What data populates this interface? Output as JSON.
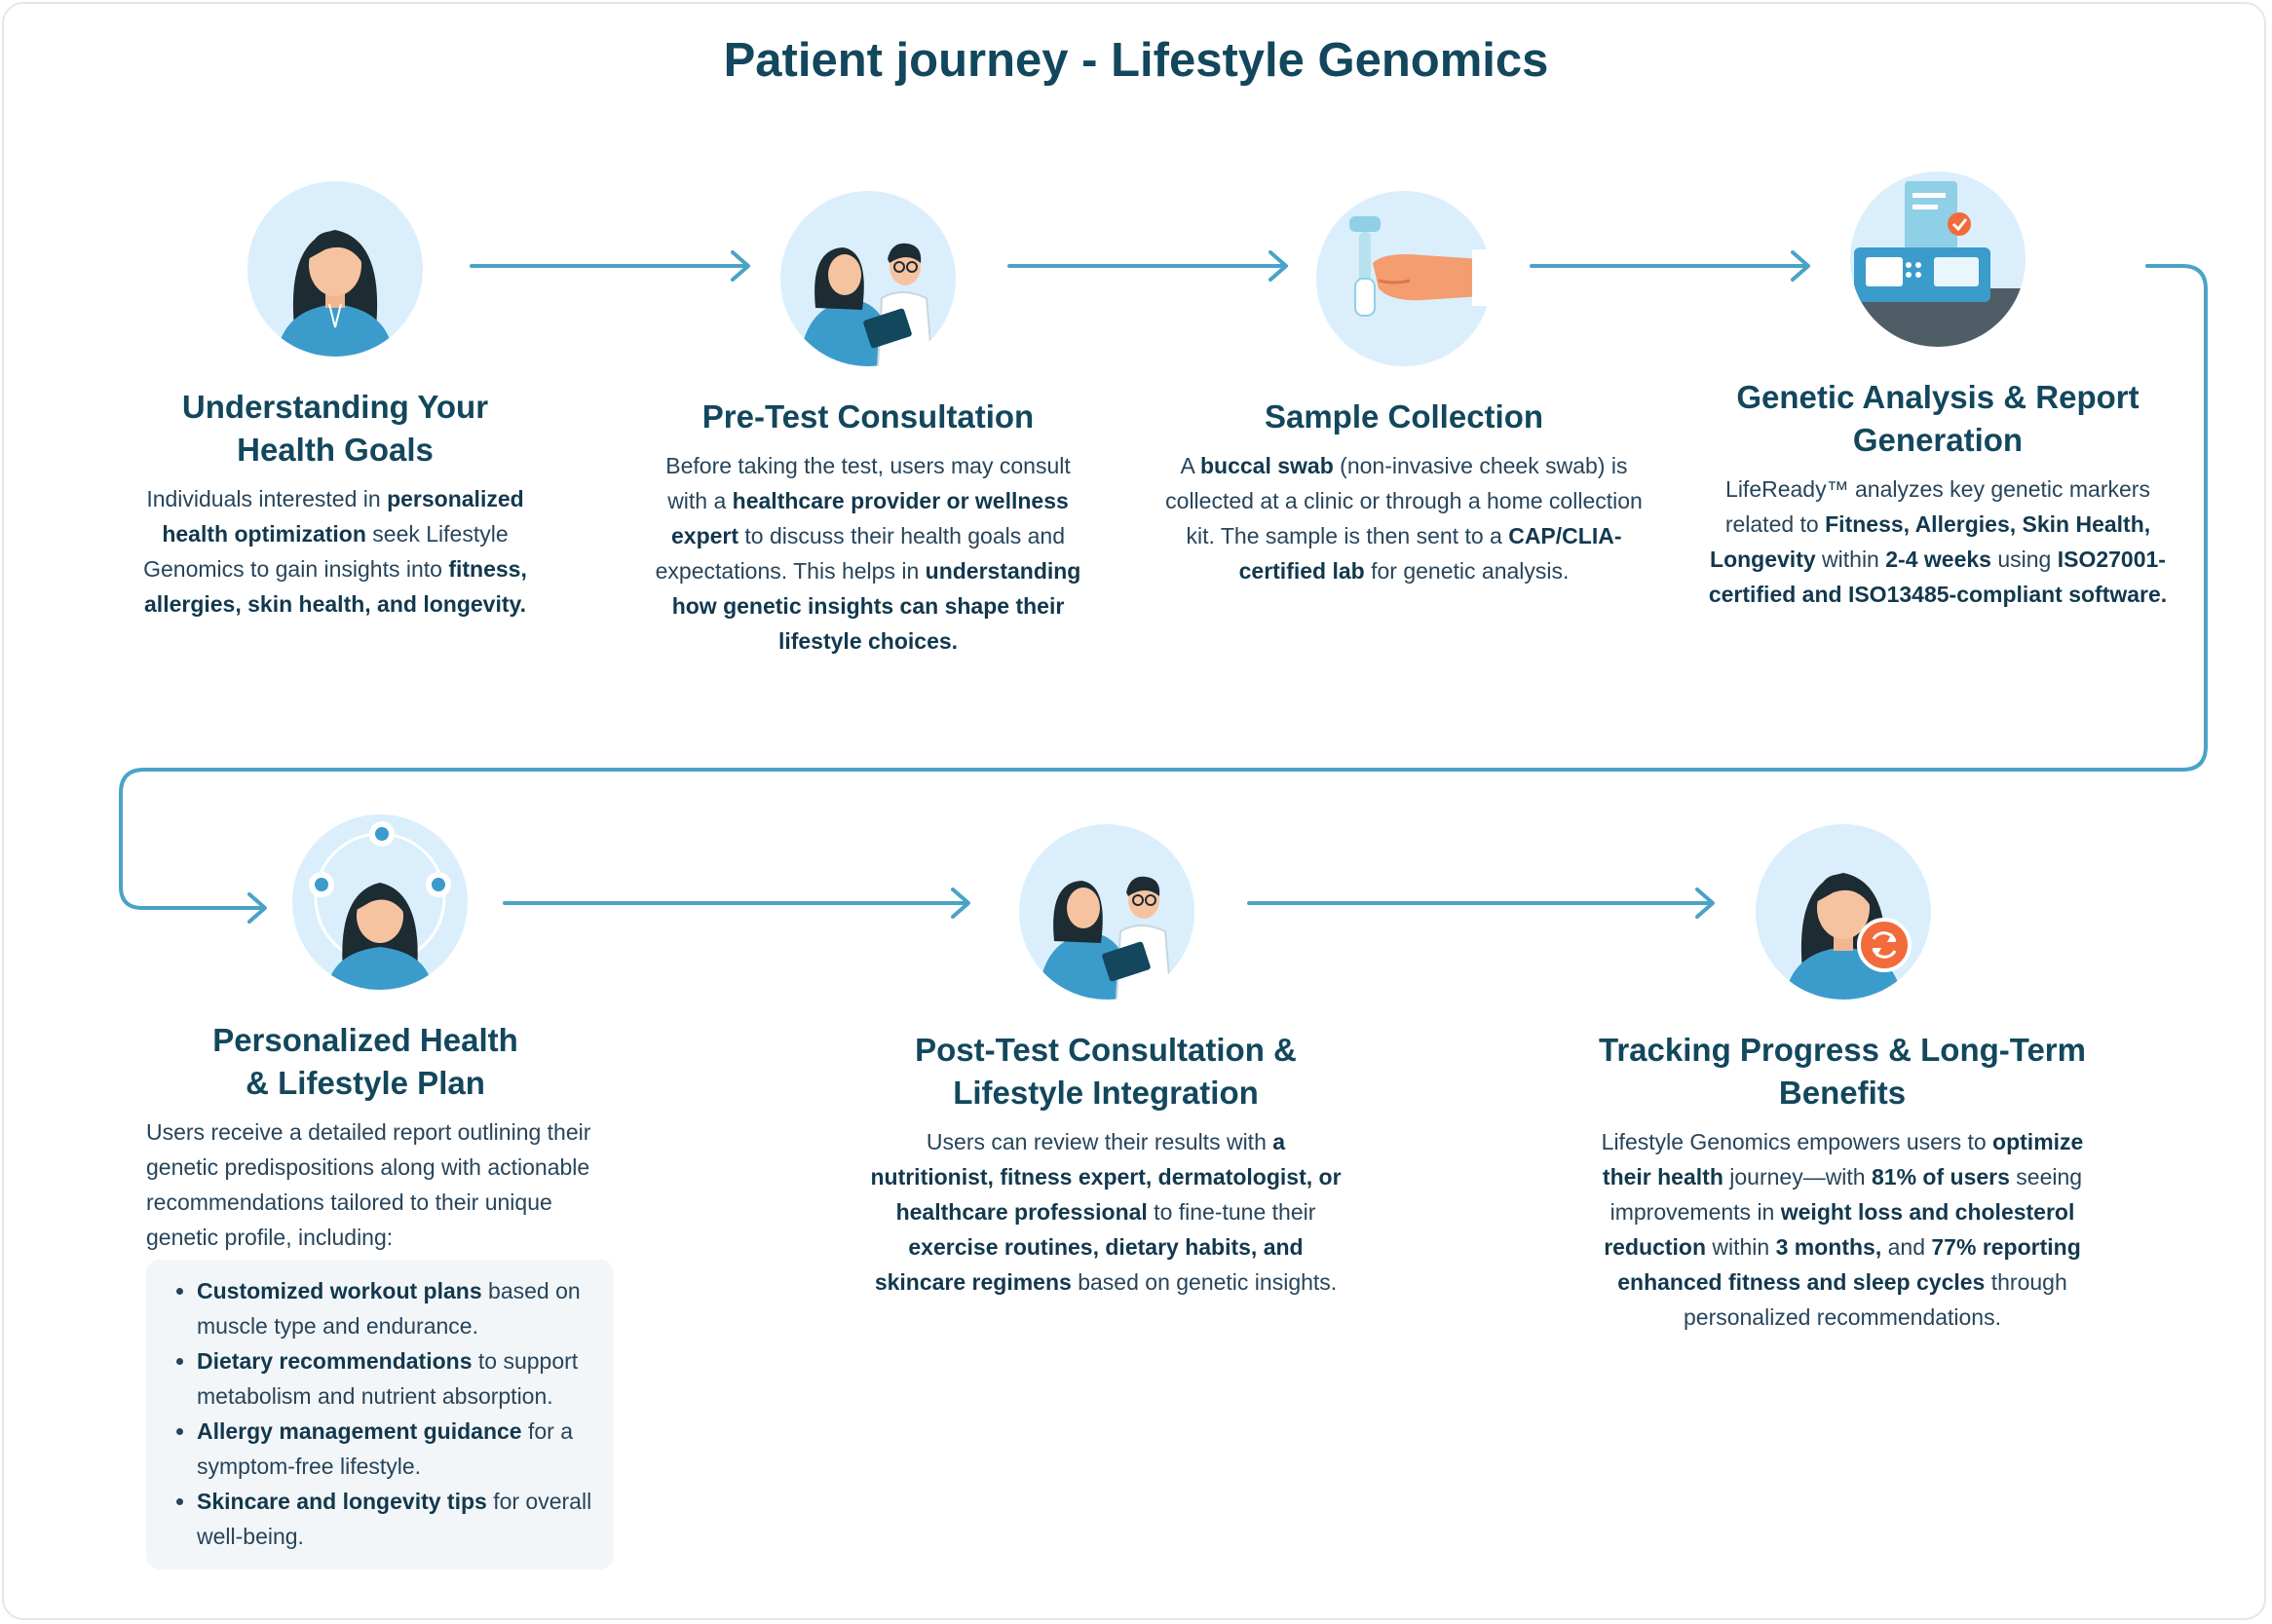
{
  "title": "Patient journey - Lifestyle Genomics",
  "colors": {
    "title": "#12475d",
    "connector": "#4aa3c6",
    "circle_bg": "#dbeefc",
    "accent_orange": "#f26b3a",
    "bullet_box_bg": "#f3f6f8"
  },
  "steps": [
    {
      "title": "Understanding Your Health Goals",
      "icon": "person-woman-icon",
      "body": [
        {
          "t": "Individuals interested in "
        },
        {
          "t": "personalized health optimization",
          "b": true
        },
        {
          "t": " seek Lifestyle Genomics to gain insights into "
        },
        {
          "t": "fitness, allergies, skin health, and longevity.",
          "b": true
        }
      ]
    },
    {
      "title": "Pre-Test Consultation",
      "icon": "consultation-icon",
      "body": [
        {
          "t": "Before taking the test, users may consult with a "
        },
        {
          "t": "healthcare provider or wellness expert",
          "b": true
        },
        {
          "t": " to discuss their health goals and expectations. This helps in "
        },
        {
          "t": "understanding how genetic insights can shape their lifestyle choices.",
          "b": true
        }
      ]
    },
    {
      "title": "Sample Collection",
      "icon": "cheek-swab-icon",
      "body": [
        {
          "t": "A "
        },
        {
          "t": "buccal swab",
          "b": true
        },
        {
          "t": " (non-invasive cheek swab) is collected at a clinic or through a home collection kit. The sample is then sent to a "
        },
        {
          "t": "CAP/CLIA-certified lab",
          "b": true
        },
        {
          "t": " for genetic analysis."
        }
      ]
    },
    {
      "title": "Genetic Analysis & Report Generation",
      "icon": "lab-analyzer-icon",
      "body": [
        {
          "t": "LifeReady™ analyzes key genetic markers related to "
        },
        {
          "t": "Fitness, Allergies, Skin Health, Longevity",
          "b": true
        },
        {
          "t": " within "
        },
        {
          "t": "2-4 weeks",
          "b": true
        },
        {
          "t": " using "
        },
        {
          "t": "ISO27001-certified and ISO13485-compliant software.",
          "b": true
        }
      ]
    },
    {
      "title_line1": "Personalized Health",
      "title_line2": "& Lifestyle Plan",
      "icon": "personalized-plan-icon",
      "body": [
        {
          "t": "Users receive a detailed report outlining their genetic predispositions along with actionable recommendations tailored to their unique genetic profile, including:"
        }
      ],
      "bullets": [
        [
          {
            "t": "Customized workout plans",
            "b": true
          },
          {
            "t": " based on muscle type and endurance."
          }
        ],
        [
          {
            "t": "Dietary recommendations",
            "b": true
          },
          {
            "t": " to support metabolism and nutrient absorption."
          }
        ],
        [
          {
            "t": "Allergy management guidance",
            "b": true
          },
          {
            "t": " for a symptom-free lifestyle."
          }
        ],
        [
          {
            "t": "Skincare and longevity tips",
            "b": true
          },
          {
            "t": " for overall well-being."
          }
        ]
      ]
    },
    {
      "title_line1": "Post-Test Consultation &",
      "title_line2": "Lifestyle Integration",
      "icon": "consultation-icon",
      "body": [
        {
          "t": "Users can review their results with "
        },
        {
          "t": "a nutritionist, fitness expert, dermatologist, or healthcare professional",
          "b": true
        },
        {
          "t": " to fine-tune their "
        },
        {
          "t": "exercise routines, dietary habits, and skincare regimens",
          "b": true
        },
        {
          "t": " based on genetic insights."
        }
      ]
    },
    {
      "title_line1": "Tracking Progress & Long-Term",
      "title_line2": "Benefits",
      "icon": "progress-refresh-icon",
      "body": [
        {
          "t": "Lifestyle Genomics empowers users to "
        },
        {
          "t": "optimize their health",
          "b": true
        },
        {
          "t": " journey—with "
        },
        {
          "t": "81% of users",
          "b": true
        },
        {
          "t": " seeing improvements in "
        },
        {
          "t": "weight loss and cholesterol reduction",
          "b": true
        },
        {
          "t": " within "
        },
        {
          "t": "3 months,",
          "b": true
        },
        {
          "t": " and "
        },
        {
          "t": "77% reporting enhanced fitness and sleep cycles",
          "b": true
        },
        {
          "t": " through personalized recommendations."
        }
      ]
    }
  ]
}
